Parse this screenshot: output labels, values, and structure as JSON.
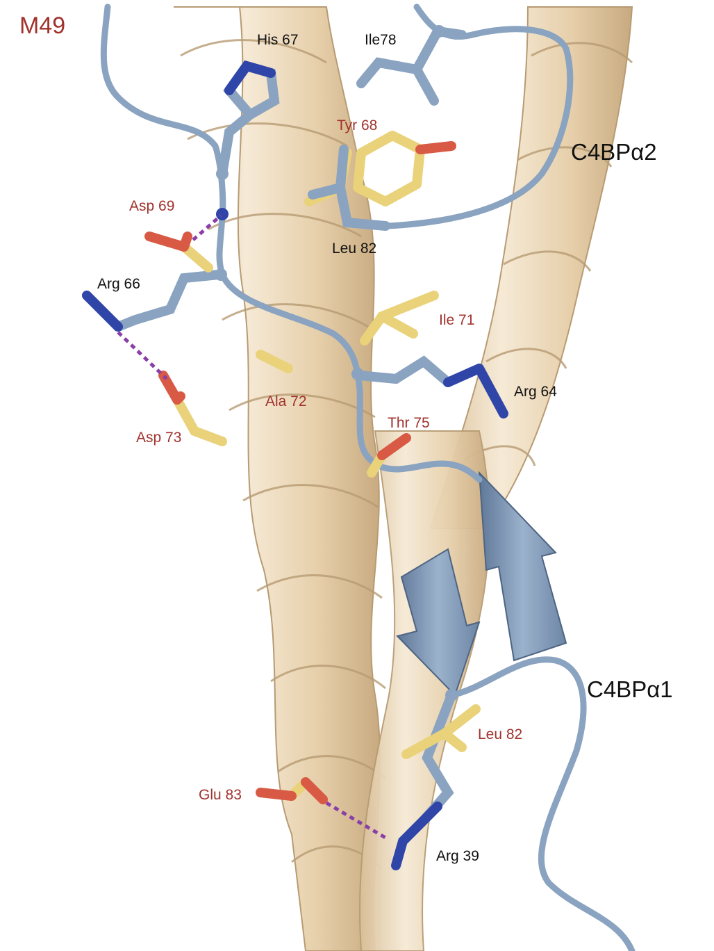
{
  "title": "M49",
  "chain_labels": {
    "alpha2": "C4BPα2",
    "alpha1": "C4BPα1"
  },
  "residues": {
    "his67": "His 67",
    "ile78": "Ile78",
    "tyr68": "Tyr 68",
    "asp69": "Asp 69",
    "leu82_top": "Leu 82",
    "arg66": "Arg 66",
    "ile71": "Ile 71",
    "ala72": "Ala 72",
    "arg64": "Arg 64",
    "asp73": "Asp 73",
    "thr75": "Thr 75",
    "leu82_bottom": "Leu 82",
    "glu83": "Glu 83",
    "arg39": "Arg 39"
  },
  "colors": {
    "title": "#a0322d",
    "m_protein_label": "#a0322d",
    "c4bp_label": "#111111",
    "helix": "#e8d3b2",
    "helix_shade": "#c9ae88",
    "coil": "#8aa3c0",
    "coil_dark": "#6a84a3",
    "yellow_sidechain": "#e9d27a",
    "oxygen": "#d85a45",
    "nitrogen": "#2f45a8",
    "hbond": "#8a3fa8"
  }
}
